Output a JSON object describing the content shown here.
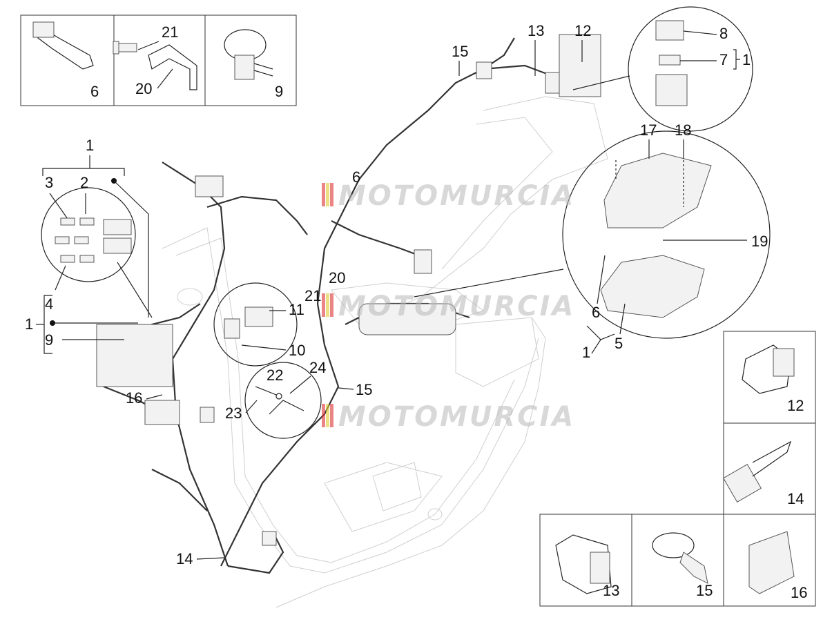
{
  "watermark": "MOTOMURCIA",
  "legend_top": {
    "b1": "6",
    "b2a": "21",
    "b2b": "20",
    "b3": "9"
  },
  "callouts": {
    "c15top": "15",
    "c13top": "13",
    "c12top": "12",
    "c8": "8",
    "c7": "7",
    "c1fuse": "1",
    "c17": "17",
    "c18": "18",
    "c19": "19",
    "c6cover": "6",
    "c5": "5",
    "c1cover": "1",
    "c1left": "1",
    "c3": "3",
    "c2": "2",
    "c4": "4",
    "c1dot": "1",
    "c9": "9",
    "c11": "11",
    "c10": "10",
    "c16mid": "16",
    "c22": "22",
    "c24": "24",
    "c23": "23",
    "c21mid": "21",
    "c20mid": "20",
    "c6mid": "6",
    "c15mid": "15",
    "c14bottom": "14"
  },
  "legend_right": {
    "r12": "12",
    "r14": "14",
    "r13": "13",
    "r15": "15",
    "r16": "16"
  }
}
